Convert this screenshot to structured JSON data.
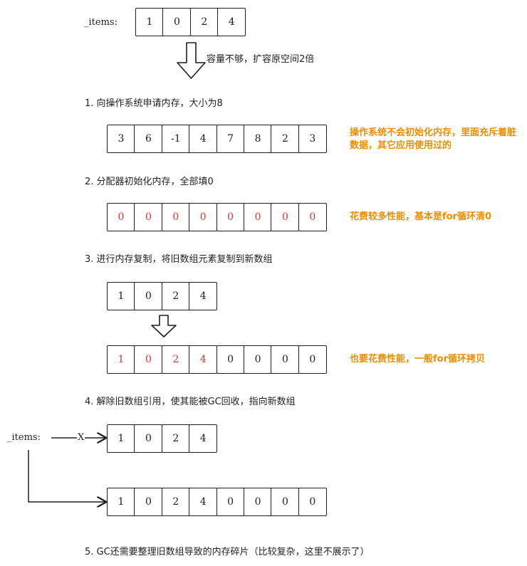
{
  "items_label": "_items:",
  "top_array": [
    "1",
    "0",
    "2",
    "4"
  ],
  "capacity_note": "容量不够，扩容原空间2倍",
  "step1": {
    "text": "1.  向操作系统申请内存，大小为8",
    "cells": [
      "3",
      "6",
      "-1",
      "4",
      "7",
      "8",
      "2",
      "3"
    ],
    "note": "操作系统不会初始化内存，里面充斥着脏数据，其它应用使用过的"
  },
  "step2": {
    "text": "2.  分配器初始化内存，全部填0",
    "cells": [
      "0",
      "0",
      "0",
      "0",
      "0",
      "0",
      "0",
      "0"
    ],
    "note": "花费较多性能，基本是for循环清0"
  },
  "step3": {
    "text": "3.  进行内存复制，将旧数组元素复制到新数组",
    "old_cells": [
      "1",
      "0",
      "2",
      "4"
    ],
    "new_cells": [
      "1",
      "0",
      "2",
      "4",
      "0",
      "0",
      "0",
      "0"
    ],
    "note": "也要花费性能，一般for循环拷贝"
  },
  "step4": {
    "text": "4.  解除旧数组引用，使其能被GC回收，指向新数组",
    "items_label": "_items:",
    "cut_mark": "X",
    "old_cells": [
      "1",
      "0",
      "2",
      "4"
    ],
    "new_cells": [
      "1",
      "0",
      "2",
      "4",
      "0",
      "0",
      "0",
      "0"
    ]
  },
  "step5": {
    "text": "5.  GC还需要整理旧数组导致的内存碎片（比较复杂，这里不展示了）"
  },
  "colors": {
    "ink": "#1e1e1e",
    "highlight_red": "#e03131",
    "note_orange": "#f08c00"
  }
}
